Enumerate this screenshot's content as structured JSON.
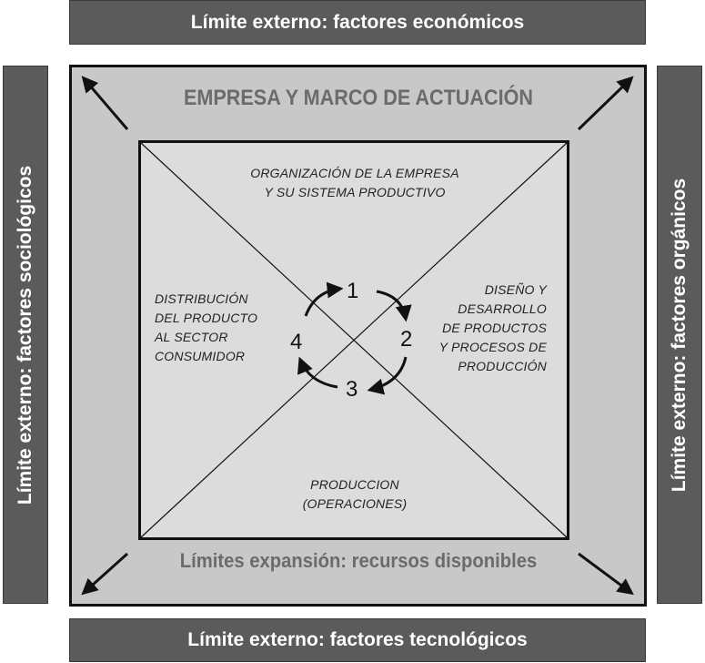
{
  "external_limits": {
    "top": "Límite externo: factores económicos",
    "bottom": "Límite externo: factores tecnológicos",
    "left": "Límite externo: factores sociológicos",
    "right": "Límite externo: factores orgánicos"
  },
  "outer_frame": {
    "title": "EMPRESA Y MARCO DE ACTUACIÓN",
    "bottom_label": "Límites expansión: recursos disponibles"
  },
  "inner_frame": {
    "top": [
      "ORGANIZACIÓN DE LA EMPRESA",
      "Y SU SISTEMA PRODUCTIVO"
    ],
    "left": [
      "DISTRIBUCIÓN",
      "DEL PRODUCTO",
      "AL SECTOR",
      "CONSUMIDOR"
    ],
    "right": [
      "DISEÑO Y",
      "DESARROLLO",
      "DE PRODUCTOS",
      "Y PROCESOS DE",
      "PRODUCCIÓN"
    ],
    "bottom": [
      "PRODUCCION",
      "(OPERACIONES)"
    ]
  },
  "cycle": {
    "step1": "1",
    "step2": "2",
    "step3": "3",
    "step4": "4"
  },
  "colors": {
    "bar": "#5b5b5b",
    "outer_fill": "#c8c8c8",
    "inner_fill": "#dcdcdc",
    "title_text": "#6b6b6b"
  }
}
